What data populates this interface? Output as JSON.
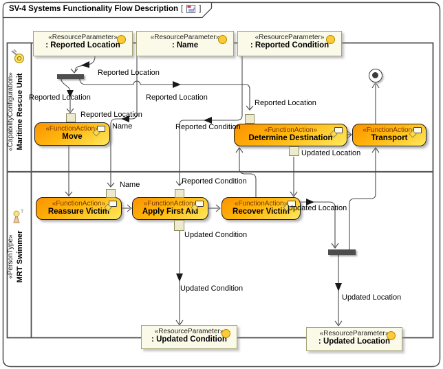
{
  "diagram": {
    "title": "SV-4 Systems Functionality Flow Description",
    "bracket_open": "[",
    "bracket_close": "]",
    "kind_icon": "activity-diagram-icon"
  },
  "swimlanes": {
    "lane1": {
      "stereotype": "«CapabilityConfiguration»",
      "name": "Maritime Rescue Unit",
      "icon": "capability-configuration-icon"
    },
    "lane2": {
      "stereotype": "«PersonType»",
      "name": "MRT Swimmer",
      "icon": "person-icon"
    }
  },
  "nodes": {
    "param_reported_location": {
      "stereotype": "«ResourceParameter»",
      "name": ": Reported Location"
    },
    "param_name": {
      "stereotype": "«ResourceParameter»",
      "name": ": Name"
    },
    "param_reported_condition": {
      "stereotype": "«ResourceParameter»",
      "name": ": Reported Condition"
    },
    "param_updated_condition": {
      "stereotype": "«ResourceParameter»",
      "name": ": Updated Condition"
    },
    "param_updated_location": {
      "stereotype": "«ResourceParameter»",
      "name": ": Updated Location"
    },
    "action_move": {
      "stereotype": "«FunctionAction»",
      "name": "Move"
    },
    "action_determine_destination": {
      "stereotype": "«FunctionAction»",
      "name": "Determine Destination"
    },
    "action_transport": {
      "stereotype": "«FunctionAction»",
      "name": "Transport"
    },
    "action_reassure_victim": {
      "stereotype": "«FunctionAction»",
      "name": "Reassure Victim"
    },
    "action_apply_first_aid": {
      "stereotype": "«FunctionAction»",
      "name": "Apply First Aid"
    },
    "action_recover_victim": {
      "stereotype": "«FunctionAction»",
      "name": "Recover Victim"
    }
  },
  "edge_labels": [
    {
      "text": "Reported Location"
    },
    {
      "text": "Reported Location"
    },
    {
      "text": "Reported Location"
    },
    {
      "text": "Reported Location"
    },
    {
      "text": "Reported Location"
    },
    {
      "text": "Name"
    },
    {
      "text": "Name"
    },
    {
      "text": "Reported Condition"
    },
    {
      "text": "Reported Condition"
    },
    {
      "text": "Updated Location"
    },
    {
      "text": "Updated Location"
    },
    {
      "text": "Updated Location"
    },
    {
      "text": "Updated Condition"
    },
    {
      "text": "Updated Condition"
    }
  ],
  "icons": {
    "parameter_marker": "yellow-circle",
    "action_decoration": "rake-rectangle-and-diamond"
  },
  "colors": {
    "action_gradient_start": "#FB9300",
    "action_gradient_end": "#FFE95E",
    "action_stereotype_text": "#7C3500",
    "parameter_fill": "#FBFAE9",
    "parameter_border": "#A3A176",
    "parameter_dot": "#FFC937",
    "edge": "#4A4A4A",
    "fork_join_bar": "#4D4D4D",
    "frame": "#4A4A4A"
  }
}
